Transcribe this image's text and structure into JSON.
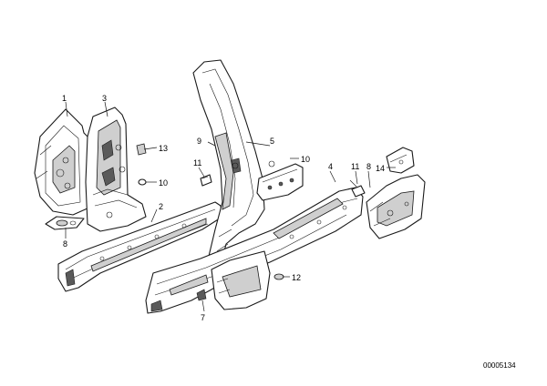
{
  "diagram": {
    "callouts": {
      "c1": "1",
      "c3": "3",
      "c2": "2",
      "c8a": "8",
      "c13": "13",
      "c10a": "10",
      "c9": "9",
      "c5": "5",
      "c11a": "11",
      "c10b": "10",
      "c4": "4",
      "c8b": "8",
      "c14": "14",
      "c11b": "11",
      "c12": "12",
      "c7": "7"
    },
    "document_number": "00005134"
  }
}
